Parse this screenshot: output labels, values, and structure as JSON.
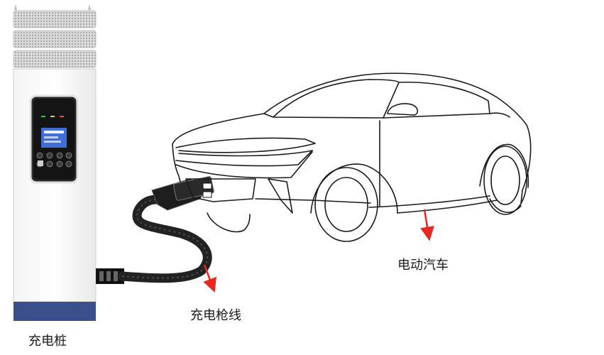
{
  "labels": {
    "charging_station": "充电桩",
    "charging_cable": "充电枪线",
    "electric_vehicle": "电动汽车"
  },
  "colors": {
    "arrow": "#e8281e",
    "station_base": "#3a4f8c",
    "car_outline": "#1a1a1a",
    "cable": "#222222",
    "led_green": "#3fbf3f",
    "led_yellow": "#e5c73a",
    "led_red": "#e04a3a",
    "screen": "#3f6fd6"
  },
  "icons": [
    "charging-station-icon",
    "electric-car-icon",
    "charging-cable-icon",
    "arrow-icon"
  ]
}
